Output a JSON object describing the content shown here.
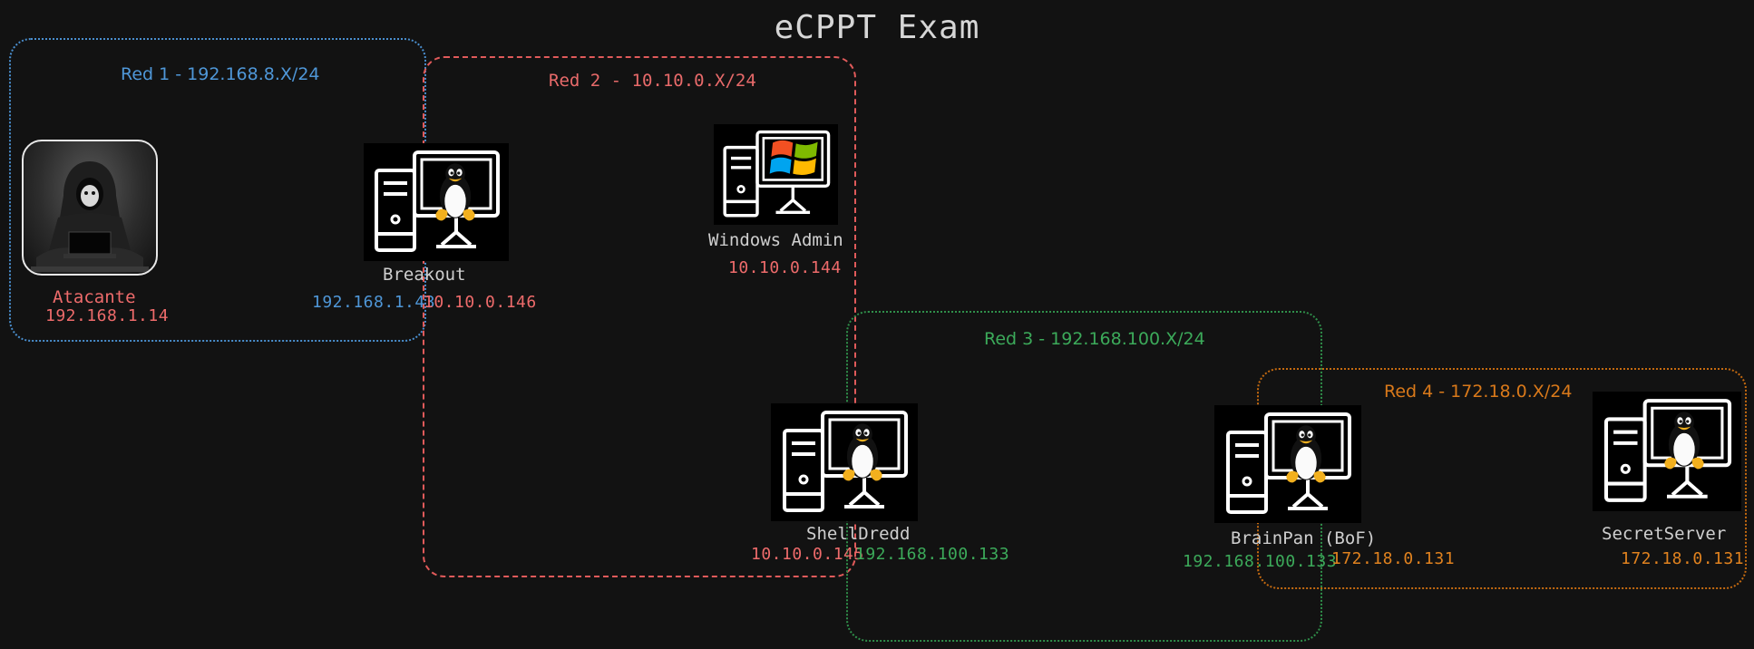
{
  "title": "eCPPT Exam",
  "colors": {
    "background": "#121212",
    "net1": "#4a8fcf",
    "net2": "#e05a5a",
    "net3": "#2f8f4a",
    "net4": "#c56a10"
  },
  "networks": [
    {
      "label": "Red 1 - 192.168.8.X/24"
    },
    {
      "label": "Red 2 - 10.10.0.X/24"
    },
    {
      "label": "Red 3 - 192.168.100.X/24"
    },
    {
      "label": "Red 4 - 172.18.0.X/24"
    }
  ],
  "hosts": {
    "attacker": {
      "name": "Atacante",
      "ip": "192.168.1.14",
      "icon": "hooded-hacker-avatar"
    },
    "breakout": {
      "name": "Breakout",
      "ips": [
        "192.168.1.43",
        "10.10.0.146"
      ],
      "icon": "linux-computer-icon"
    },
    "windows": {
      "name": "Windows Admin",
      "ip": "10.10.0.144",
      "icon": "windows-computer-icon"
    },
    "shelldredd": {
      "name": "ShellDredd",
      "ips": [
        "10.10.0.145",
        "192.168.100.133"
      ],
      "icon": "linux-computer-icon"
    },
    "brainpan": {
      "name": "BrainPan (BoF)",
      "ips": [
        "192.168.100.133",
        "172.18.0.131"
      ],
      "icon": "linux-computer-icon"
    },
    "secretserver": {
      "name": "SecretServer",
      "ip": "172.18.0.131",
      "icon": "linux-computer-icon"
    }
  }
}
